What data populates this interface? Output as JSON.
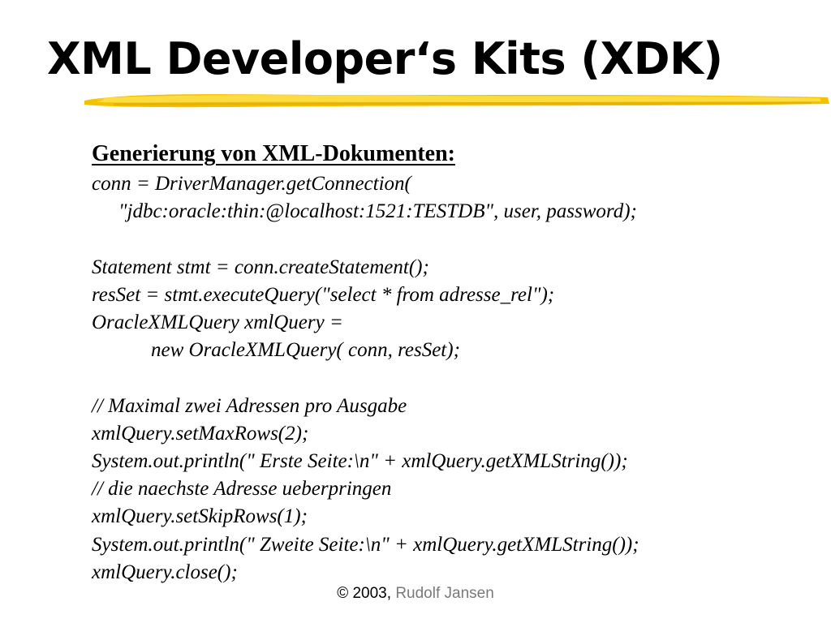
{
  "slide": {
    "title": "XML Developer‘s Kits (XDK)",
    "heading": "Generierung von XML-Dokumenten:",
    "lines": [
      "conn = DriverManager.getConnection(",
      "\"jdbc:oracle:thin:@localhost:1521:TESTDB\", user, password);",
      "",
      "Statement stmt = conn.createStatement();",
      "resSet = stmt.executeQuery(\"select * from adresse_rel\");",
      "OracleXMLQuery xmlQuery =",
      "new OracleXMLQuery( conn, resSet);",
      "",
      "// Maximal zwei Adressen pro Ausgabe",
      "xmlQuery.setMaxRows(2);",
      "System.out.println(\" Erste Seite:\\n\" + xmlQuery.getXMLString());",
      "// die naechste Adresse ueberpringen",
      "xmlQuery.setSkipRows(1);",
      "System.out.println(\" Zweite Seite:\\n\" + xmlQuery.getXMLString());",
      "xmlQuery.close();"
    ],
    "footer": {
      "copyright": "© 2003,",
      "author": "Rudolf Jansen"
    }
  },
  "colors": {
    "accent": "#f2c200",
    "accent_light": "#ffe14a",
    "footer_author": "#7a7a7a"
  }
}
